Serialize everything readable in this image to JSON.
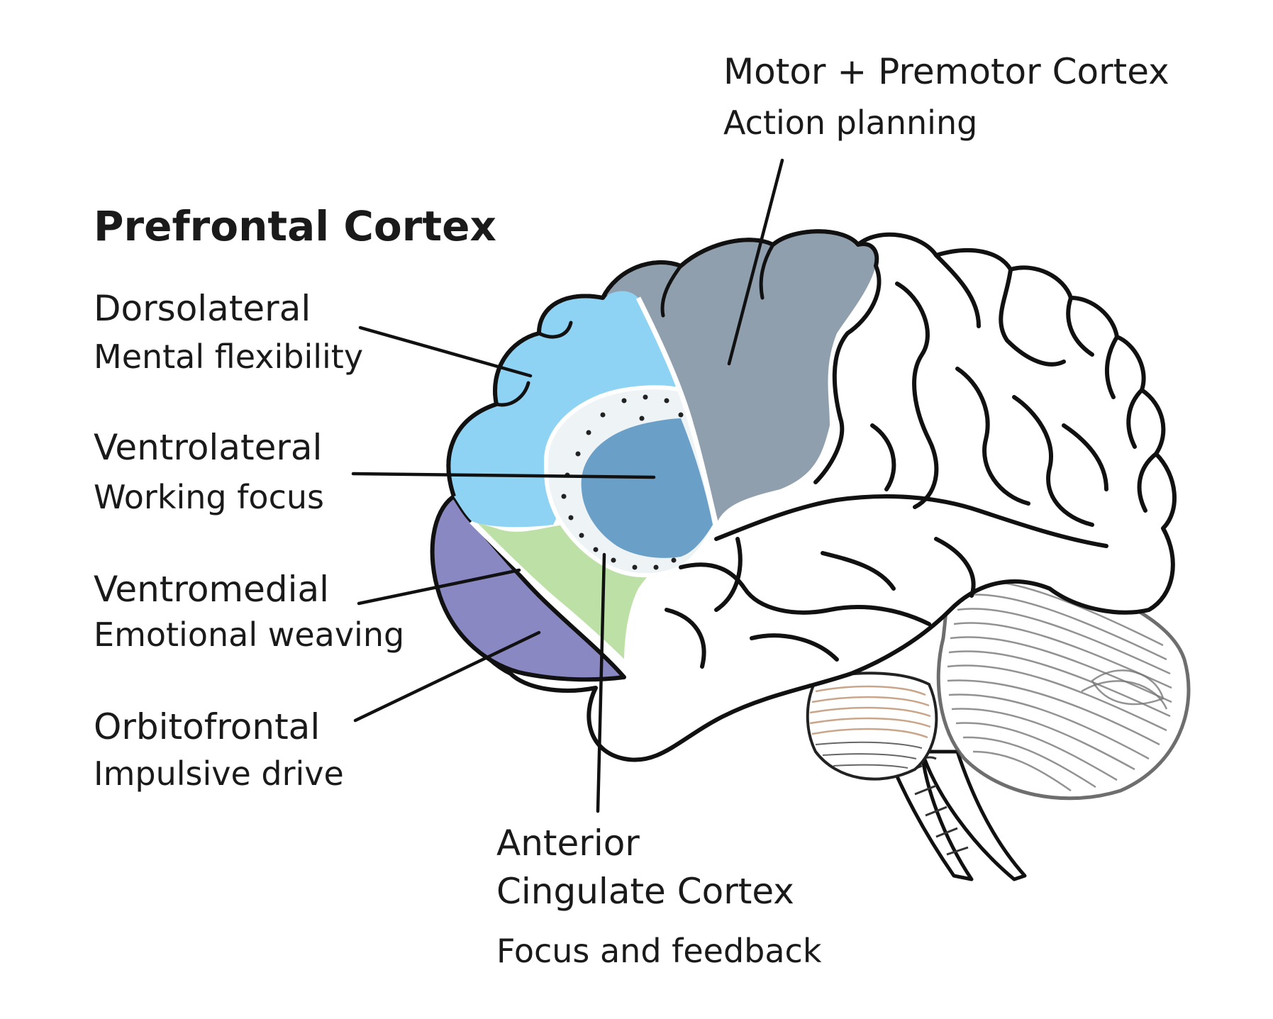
{
  "title": "Prefrontal Cortex",
  "regions": {
    "dorsolateral": {
      "name": "Dorsolateral",
      "description": "Mental flexibility"
    },
    "ventrolateral": {
      "name": "Ventrolateral",
      "description": "Working focus"
    },
    "ventromedial": {
      "name": "Ventromedial",
      "description": "Emotional weaving"
    },
    "orbitofrontal": {
      "name": "Orbitofrontal",
      "description": "Impulsive drive"
    },
    "motor": {
      "name": "Motor + Premotor Cortex",
      "description": "Action planning"
    },
    "anterior_cingulate": {
      "name_line1": "Anterior",
      "name_line2": "Cingulate Cortex",
      "description": "Focus and feedback"
    }
  },
  "colors": {
    "dorsolateral": "#8fd3f4",
    "ventrolateral": "#6a9fc8",
    "ventromedial": "#bde0a6",
    "orbitofrontal": "#8a88c2",
    "motor": "#8f9fae",
    "cingulate_halo": "#eef3f6",
    "outline": "#111111",
    "cerebellum": "#6b6b6b",
    "brainstem_tint": "#c9a58a"
  }
}
